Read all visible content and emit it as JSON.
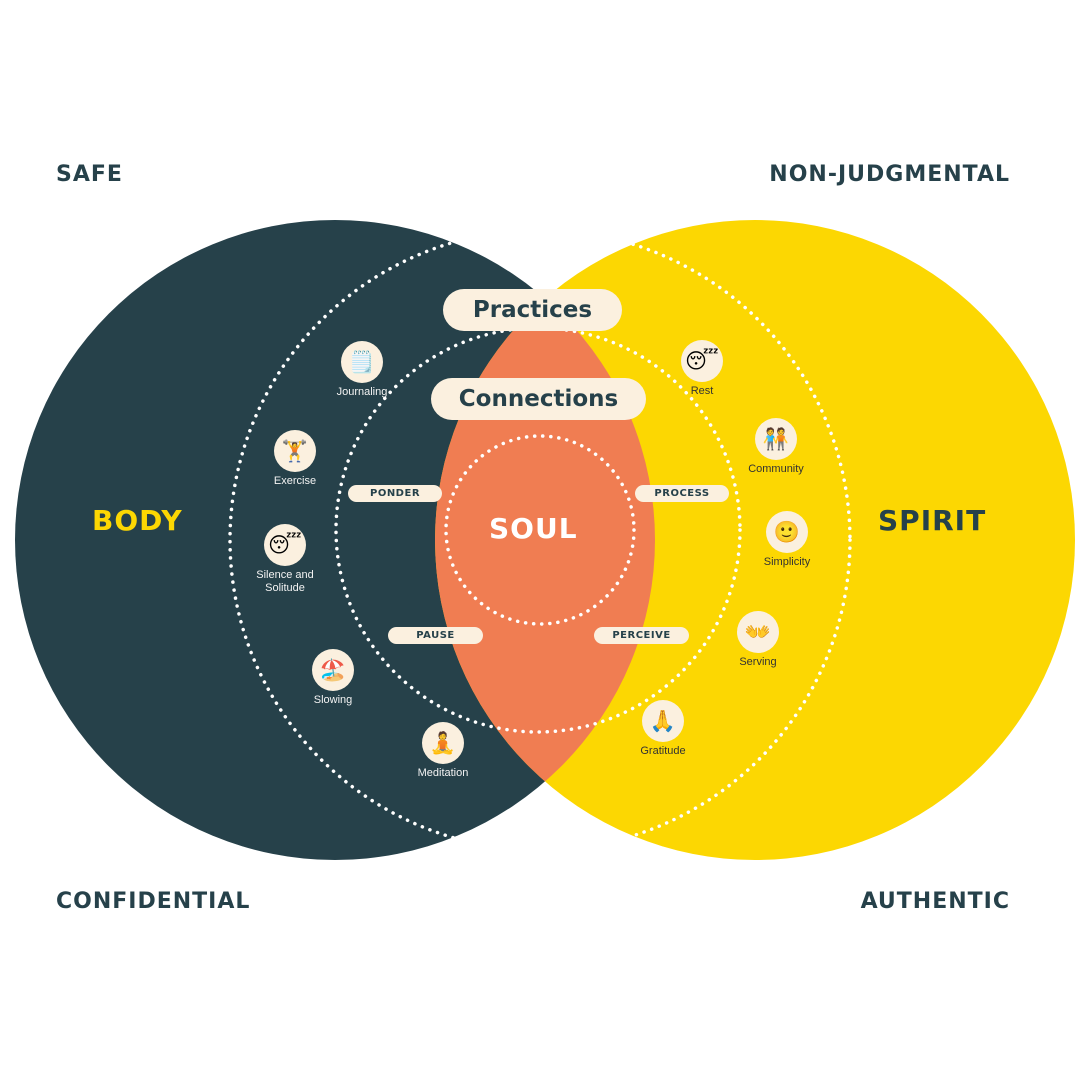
{
  "corners": {
    "top_left": "SAFE",
    "top_right": "NON-JUDGMENTAL",
    "bottom_left": "CONFIDENTIAL",
    "bottom_right": "AUTHENTIC"
  },
  "circles": {
    "body": "BODY",
    "spirit": "SPIRIT",
    "soul": "SOUL"
  },
  "rings": {
    "practices": "Practices",
    "connections": "Connections"
  },
  "connections": {
    "ponder": "PONDER",
    "process": "PROCESS",
    "pause": "PAUSE",
    "perceive": "PERCEIVE"
  },
  "practices": {
    "journaling": {
      "label": "Journaling",
      "icon": "notepad-icon",
      "glyph": "🗒️"
    },
    "exercise": {
      "label": "Exercise",
      "icon": "weightlifter-icon",
      "glyph": "🏋️"
    },
    "silence": {
      "label": "Silence and Solitude",
      "icon": "sleeping-face-icon",
      "glyph": "😴"
    },
    "slowing": {
      "label": "Slowing",
      "icon": "beach-umbrella-icon",
      "glyph": "🏖️"
    },
    "meditation": {
      "label": "Meditation",
      "icon": "lotus-position-icon",
      "glyph": "🧘"
    },
    "rest": {
      "label": "Rest",
      "icon": "sleeping-face-icon",
      "glyph": "😴"
    },
    "community": {
      "label": "Community",
      "icon": "people-holding-hands-icon",
      "glyph": "🧑‍🤝‍🧑"
    },
    "simplicity": {
      "label": "Simplicity",
      "icon": "smiling-face-icon",
      "glyph": "🙂"
    },
    "serving": {
      "label": "Serving",
      "icon": "open-hands-icon",
      "glyph": "👐"
    },
    "gratitude": {
      "label": "Gratitude",
      "icon": "folded-hands-icon",
      "glyph": "🙏"
    }
  },
  "colors": {
    "body": "#26414a",
    "spirit": "#fcd702",
    "soul": "#f07d52",
    "pill": "#fbf0df",
    "body_label": "#fcd702",
    "spirit_label": "#26414a",
    "dotted_ring": "#ffffff"
  }
}
